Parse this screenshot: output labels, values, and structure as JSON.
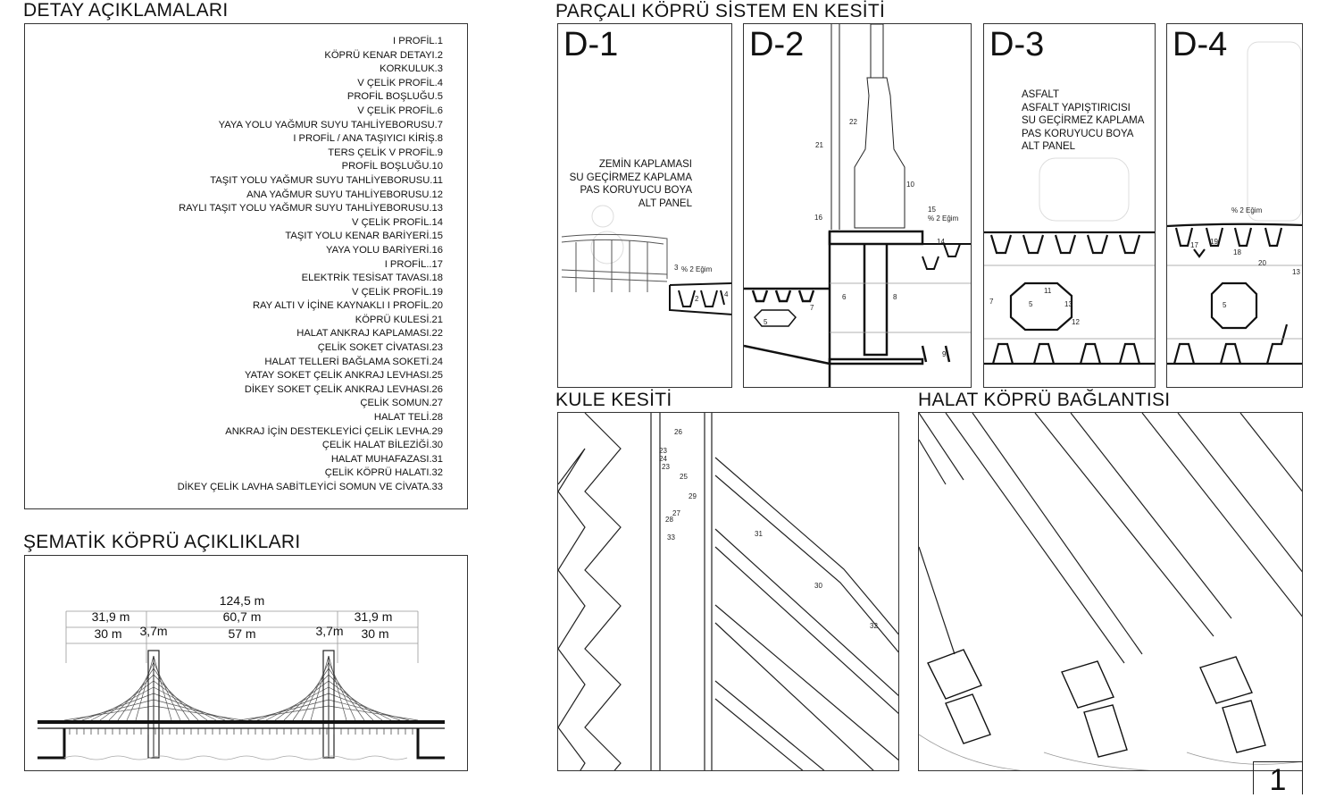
{
  "titles": {
    "legend": "DETAY AÇIKLAMALARI",
    "spans": "ŞEMATİK KÖPRÜ AÇIKLIKLARI",
    "sections": "PARÇALI KÖPRÜ SİSTEM EN KESİTİ",
    "tower": "KULE KESİTİ",
    "cable": "HALAT KÖPRÜ BAĞLANTISI"
  },
  "legend_items": [
    "I PROFİL.1",
    "KÖPRÜ KENAR DETAYI.2",
    "KORKULUK.3",
    "V ÇELİK PROFİL.4",
    "PROFİL BOŞLUĞU.5",
    "V ÇELİK PROFİL.6",
    "YAYA YOLU YAĞMUR SUYU TAHLİYEBORUSU.7",
    "I PROFİL / ANA TAŞIYICI KİRİŞ.8",
    "TERS ÇELİK V PROFİL.9",
    "PROFİL BOŞLUĞU.10",
    "TAŞIT YOLU YAĞMUR SUYU TAHLİYEBORUSU.11",
    "ANA YAĞMUR SUYU TAHLİYEBORUSU.12",
    "RAYLI TAŞIT YOLU YAĞMUR SUYU TAHLİYEBORUSU.13",
    "V ÇELİK PROFİL.14",
    "TAŞIT YOLU KENAR BARİYERİ.15",
    "YAYA YOLU BARİYERİ.16",
    "I PROFİL..17",
    "ELEKTRİK TESİSAT TAVASI.18",
    "V ÇELİK PROFİL.19",
    "RAY ALTI V İÇİNE KAYNAKLI I PROFİL.20",
    "KÖPRÜ KULESİ.21",
    "HALAT ANKRAJ KAPLAMASI.22",
    "ÇELİK SOKET CİVATASI.23",
    "HALAT TELLERİ BAĞLAMA SOKETİ.24",
    "YATAY SOKET ÇELİK ANKRAJ LEVHASI.25",
    "DİKEY SOKET ÇELİK ANKRAJ LEVHASI.26",
    "ÇELİK SOMUN.27",
    "HALAT TELİ.28",
    "ANKRAJ İÇİN DESTEKLEYİCİ ÇELİK LEVHA.29",
    "ÇELİK HALAT BİLEZİĞİ.30",
    "HALAT MUHAFAZASI.31",
    "ÇELİK KÖPRÜ HALATI.32",
    "DİKEY ÇELİK LAVHA SABİTLEYİCİ SOMUN VE CİVATA.33"
  ],
  "spans": {
    "total": "124,5 m",
    "side_left_outer": "31,9 m",
    "center_outer": "60,7 m",
    "side_right_outer": "31,9 m",
    "side_left_inner": "30 m",
    "tower_left": "3,7m",
    "center_inner": "57 m",
    "tower_right": "3,7m",
    "side_right_inner": "30 m"
  },
  "panels": {
    "d1": {
      "label": "D-1",
      "note": [
        "ZEMİN KAPLAMASI",
        "SU GEÇİRMEZ KAPLAMA",
        "PAS KORUYUCU BOYA",
        "ALT PANEL"
      ],
      "slope": "% 2 Eğim"
    },
    "d2": {
      "label": "D-2",
      "slope": "% 2 Eğim"
    },
    "d3": {
      "label": "D-3",
      "note": [
        "ASFALT",
        "ASFALT YAPIŞTIRICISI",
        "SU GEÇİRMEZ KAPLAMA",
        "PAS KORUYUCU BOYA",
        "ALT PANEL"
      ]
    },
    "d4": {
      "label": "D-4",
      "slope": "% 2 Eğim"
    }
  },
  "sheet_number": "1"
}
